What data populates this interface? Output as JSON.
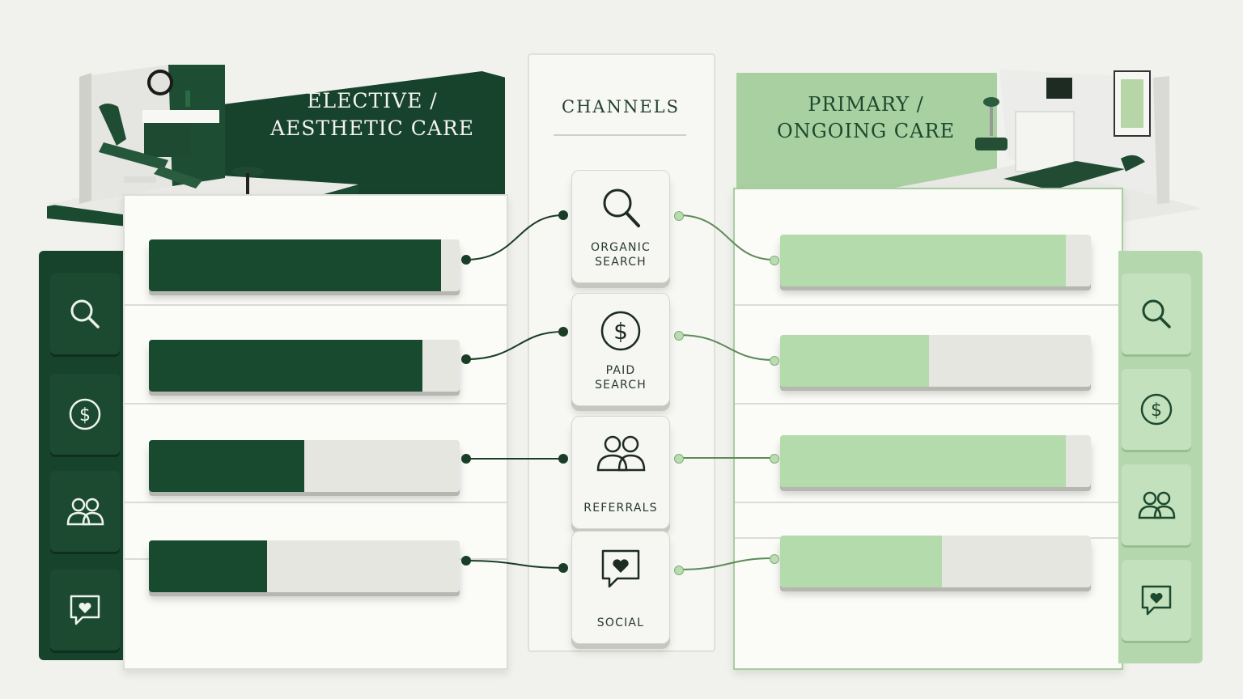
{
  "left_section": {
    "title_line1": "ELECTIVE /",
    "title_line2": "AESTHETIC CARE",
    "color": "#17432c",
    "bar_levels": [
      0.94,
      0.88,
      0.5,
      0.38
    ]
  },
  "right_section": {
    "title_line1": "PRIMARY /",
    "title_line2": "ONGOING CARE",
    "color": "#b3dbab",
    "bar_levels": [
      0.92,
      0.48,
      0.92,
      0.52
    ]
  },
  "channels": {
    "title": "CHANNELS",
    "items": [
      {
        "label": "ORGANIC\nSEARCH",
        "icon": "search-icon"
      },
      {
        "label": "PAID\nSEARCH",
        "icon": "dollar-icon"
      },
      {
        "label": "REFERRALS",
        "icon": "people-icon"
      },
      {
        "label": "SOCIAL",
        "icon": "heart-chat-icon"
      }
    ]
  }
}
